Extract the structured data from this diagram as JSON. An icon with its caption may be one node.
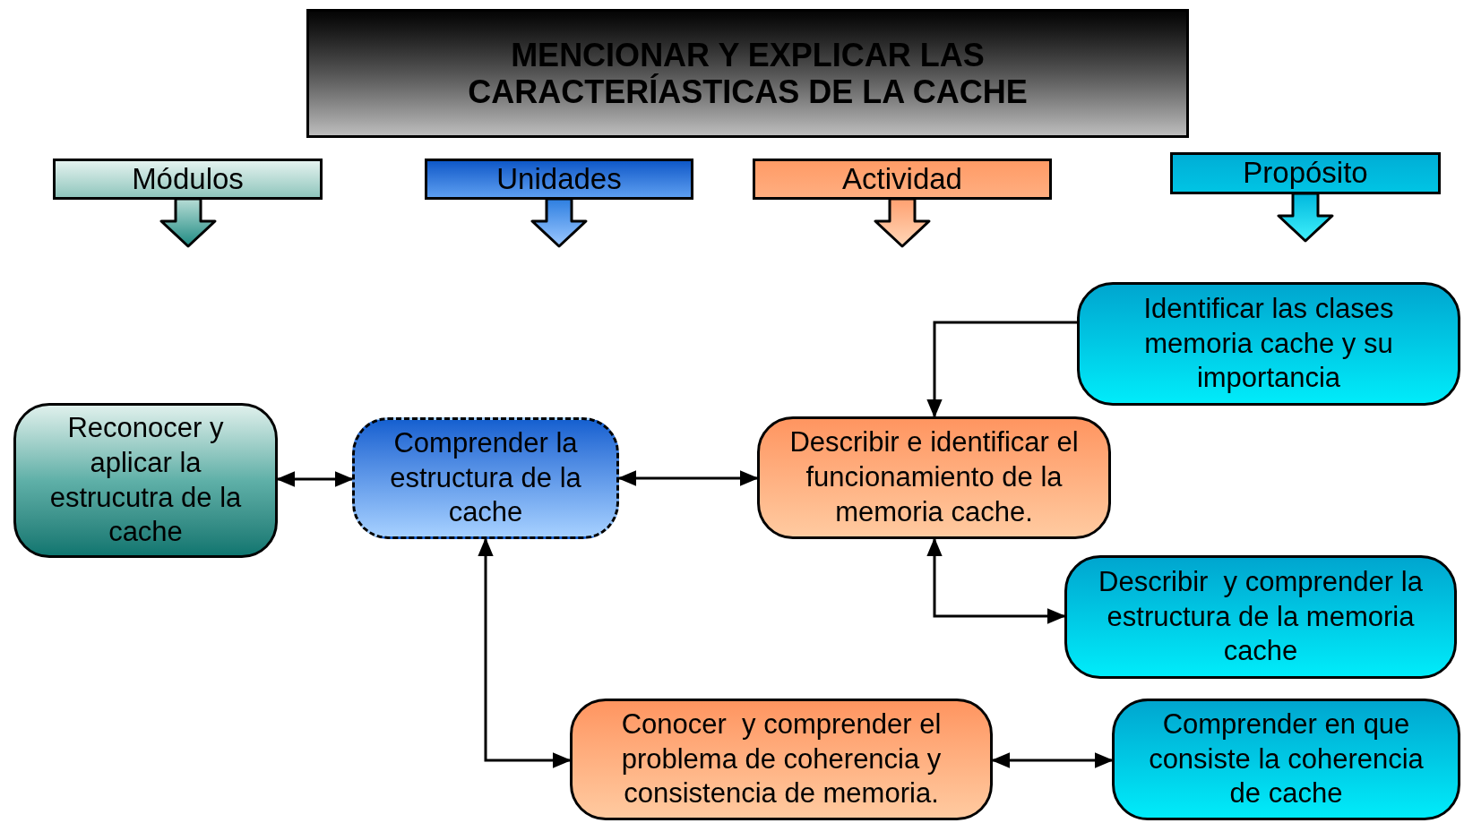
{
  "diagram": {
    "nodes": [
      {
        "text": [
          "MENCIONAR Y EXPLICAR LAS CARACTERÍASTICAS DE LA CACHE"
        ]
      },
      {
        "text": [
          "Módulos"
        ]
      },
      {
        "text": [
          "Unidades"
        ]
      },
      {
        "text": [
          "Actividad"
        ]
      },
      {
        "text": [
          "Propósito"
        ]
      },
      {
        "text": [
          "Reconocer y aplicar la estrucutra de la cache"
        ]
      },
      {
        "text": [
          "Comprender la estructura de la cache"
        ]
      },
      {
        "text": [
          "Describir e identificar el funcionamiento de la memoria cache."
        ]
      },
      {
        "text": [
          "Identificar las clases memoria cache y su importancia"
        ]
      },
      {
        "text": [
          "Describir  y comprender la estructura de la memoria cache"
        ]
      },
      {
        "text": [
          "Conocer  y comprender el problema de coherencia y consistencia de memoria."
        ]
      },
      {
        "text": [
          "Comprender en que consiste la coherencia de cache"
        ]
      }
    ],
    "edges": [
      {
        "from": 5,
        "to": 6,
        "arrow": "both"
      },
      {
        "from": 6,
        "to": 7,
        "arrow": "both"
      },
      {
        "from": 8,
        "to": 7,
        "arrow": "to"
      },
      {
        "from": 7,
        "to": 9,
        "arrow": "both"
      },
      {
        "from": 6,
        "to": 10,
        "arrow": "both"
      },
      {
        "from": 10,
        "to": 11,
        "arrow": "both"
      }
    ]
  }
}
